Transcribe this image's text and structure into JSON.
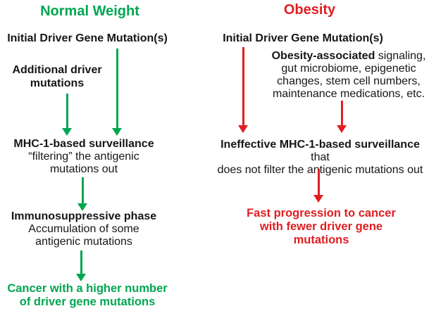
{
  "colors": {
    "green": "#00A651",
    "red": "#E01E22",
    "text": "#161616"
  },
  "left_column": {
    "title": "Normal Weight",
    "initial": "Initial Driver Gene Mutation(s)",
    "additional": {
      "line1": "Additional driver",
      "line2": "mutations"
    },
    "surveillance": {
      "heading": "MHC-1-based surveillance",
      "line2": "“filtering” the antigenic",
      "line3": "mutations out"
    },
    "immunosuppressive": {
      "heading": "Immunosuppressive phase",
      "line2": "Accumulation of some",
      "line3": "antigenic mutations"
    },
    "outcome": {
      "line1": "Cancer with a higher number",
      "line2": "of driver gene mutations"
    }
  },
  "right_column": {
    "title": "Obesity",
    "initial": "Initial Driver Gene Mutation(s)",
    "factors": {
      "bold": "Obesity-associated",
      "rest1": " signaling,",
      "line2": "gut microbiome, epigenetic",
      "line3": "changes, stem cell numbers,",
      "line4": "maintenance medications, etc."
    },
    "surveillance": {
      "bold": "Ineffective MHC-1-based surveillance",
      "rest": " that",
      "line2": "does not filter the antigenic mutations out"
    },
    "outcome": {
      "line1": "Fast progression to cancer",
      "line2": "with fewer driver gene",
      "line3": "mutations"
    }
  }
}
